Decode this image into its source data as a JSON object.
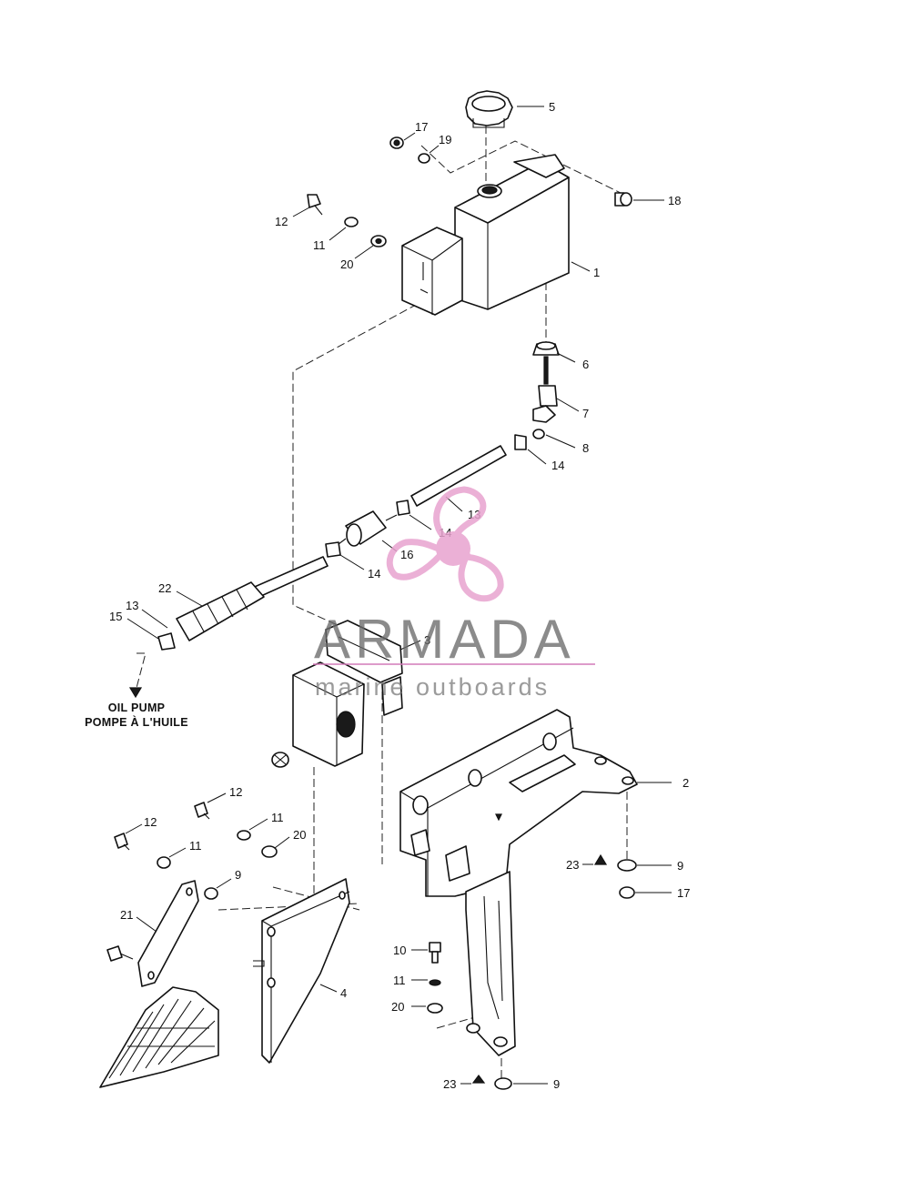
{
  "callouts": [
    {
      "id": "c5",
      "text": "5"
    },
    {
      "id": "c17a",
      "text": "17"
    },
    {
      "id": "c19",
      "text": "19"
    },
    {
      "id": "c18",
      "text": "18"
    },
    {
      "id": "c12a",
      "text": "12"
    },
    {
      "id": "c11a",
      "text": "11"
    },
    {
      "id": "c20a",
      "text": "20"
    },
    {
      "id": "c1",
      "text": "1"
    },
    {
      "id": "c6",
      "text": "6"
    },
    {
      "id": "c7",
      "text": "7"
    },
    {
      "id": "c8",
      "text": "8"
    },
    {
      "id": "c14a",
      "text": "14"
    },
    {
      "id": "c13a",
      "text": "13"
    },
    {
      "id": "c14b",
      "text": "14"
    },
    {
      "id": "c16",
      "text": "16"
    },
    {
      "id": "c14c",
      "text": "14"
    },
    {
      "id": "c22",
      "text": "22"
    },
    {
      "id": "c13b",
      "text": "13"
    },
    {
      "id": "c15",
      "text": "15"
    },
    {
      "id": "c3",
      "text": "3"
    },
    {
      "id": "c2",
      "text": "2"
    },
    {
      "id": "c12b",
      "text": "12"
    },
    {
      "id": "c11b",
      "text": "11"
    },
    {
      "id": "c20b",
      "text": "20"
    },
    {
      "id": "c12c",
      "text": "12"
    },
    {
      "id": "c11c",
      "text": "11"
    },
    {
      "id": "c9a",
      "text": "9"
    },
    {
      "id": "c23a",
      "text": "23"
    },
    {
      "id": "c9b",
      "text": "9"
    },
    {
      "id": "c17b",
      "text": "17"
    },
    {
      "id": "c21",
      "text": "21"
    },
    {
      "id": "c10",
      "text": "10"
    },
    {
      "id": "c11d",
      "text": "11"
    },
    {
      "id": "c20c",
      "text": "20"
    },
    {
      "id": "c4",
      "text": "4"
    },
    {
      "id": "c23b",
      "text": "23"
    },
    {
      "id": "c9c",
      "text": "9"
    }
  ],
  "note": {
    "line1": "OIL PUMP",
    "line2": "POMPE À L'HUILE"
  },
  "watermark": {
    "title": "ARMADA",
    "subtitle": "marine outboards",
    "logo_color": "#e8a3cf",
    "line_color": "#d27ab8"
  },
  "colors": {
    "ink": "#111111",
    "background": "#ffffff"
  }
}
